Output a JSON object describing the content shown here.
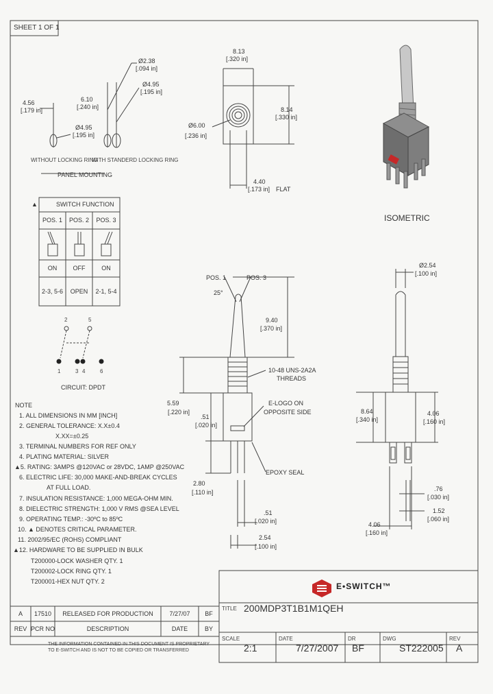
{
  "sheet": {
    "label": "SHEET 1 OF 1"
  },
  "panel": {
    "dim_a_mm": "4.56",
    "dim_a_in": "[.179 in]",
    "dim_b_mm": "6.10",
    "dim_b_in": "[.240 in]",
    "dim_c_mm": "Ø2.38",
    "dim_c_in": "[.094 in]",
    "dim_d_mm": "Ø4.95",
    "dim_d_in": "[.195 in]",
    "dim_e_mm": "Ø4.95",
    "dim_e_in": "[.195 in]",
    "caption_left": "WITHOUT LOCKING RING",
    "caption_right": "WITH STANDERD LOCKING RING",
    "title": "PANEL MOUNTING"
  },
  "top_view": {
    "w_mm": "8.13",
    "w_in": "[.320 in]",
    "h_mm": "8.14",
    "h_in": "[.330 in]",
    "d_mm": "Ø6.00",
    "d_in": "[.236 in]",
    "flat_mm": "4.40",
    "flat_in": "[.173 in]",
    "flat_label": "FLAT"
  },
  "isometric": {
    "label": "ISOMETRIC"
  },
  "switch_function": {
    "marker": "▲",
    "title": "SWITCH FUNCTION",
    "positions": [
      "POS. 1",
      "POS. 2",
      "POS. 3"
    ],
    "states": [
      "ON",
      "OFF",
      "ON"
    ],
    "circuits": [
      "2-3, 5-6",
      "OPEN",
      "2-1, 5-4"
    ]
  },
  "circuit": {
    "top_pins": [
      "2",
      "5"
    ],
    "bottom_pins": [
      "1",
      "3",
      "4",
      "6"
    ],
    "label": "CIRCUIT: DPDT"
  },
  "notes": {
    "title": "NOTE",
    "lines": [
      "1. ALL DIMENSIONS IN MM [INCH]",
      "2. GENERAL TOLERANCE: X.X±0.4",
      "X.XX=±0.25",
      "3. TERMINAL NUMBERS FOR REF ONLY",
      "4. PLATING MATERIAL: SILVER",
      "▲5. RATING: 3AMPS @120VAC or 28VDC, 1AMP @250VAC",
      "6. ELECTRIC LIFE: 30,000 MAKE-AND-BREAK CYCLES",
      "AT FULL LOAD.",
      "7. INSULATION RESISTANCE: 1,000 MEGA-OHM MIN.",
      "8. DIELECTRIC STRENGTH: 1,000 V RMS @SEA LEVEL",
      "9. OPERATING TEMP.: -30ºC to 85ºC",
      "10. ▲ DENOTES CRITICAL PARAMETER.",
      "11. 2002/95/EC (ROHS) COMPLIANT",
      "▲12. HARDWARE TO BE SUPPLIED IN BULK",
      "T200000-LOCK WASHER   QTY. 1",
      "T200002-LOCK RING   QTY. 1",
      "T200001-HEX NUT   QTY. 2"
    ]
  },
  "side_view": {
    "pos1": "POS. 1",
    "pos3": "POS. 3",
    "angle": "25°",
    "lever_mm": "9.40",
    "lever_in": "[.370 in]",
    "threads": "10-48 UNS-2A2A",
    "threads2": "THREADS",
    "logo_note": "E-LOGO ON",
    "logo_note2": "OPPOSITE SIDE",
    "body_mm": "5.59",
    "body_in": "[.220 in]",
    "step_mm": ".51",
    "step_in": "[.020 in]",
    "term_mm": "2.80",
    "term_in": "[.110 in]",
    "epoxy": "EPOXY SEAL",
    "pin_mm": ".51",
    "pin_in": "[.020 in]",
    "pitch_mm": "2.54",
    "pitch_in": "[.100 in]"
  },
  "front_view": {
    "dia_mm": "Ø2.54",
    "dia_in": "[.100 in]",
    "h_mm": "8.64",
    "h_in": "[.340 in]",
    "w_mm": "4.06",
    "w_in": "[.160 in]",
    "pin_mm": ".76",
    "pin_in": "[.030 in]",
    "pin2_mm": "1.52",
    "pin2_in": "[.060 in]",
    "bot_mm": "4.06",
    "bot_in": "[.160 in]"
  },
  "title_block": {
    "brand": "E•SWITCH™",
    "title_label": "TITLE",
    "title_value": "200MDP3T1B1M1QEH",
    "scale_label": "SCALE",
    "scale_value": "2:1",
    "date_label": "DATE",
    "date_value": "7/27/2007",
    "dr_label": "DR",
    "dr_value": "BF",
    "dwg_label": "DWG",
    "dwg_value": "ST222005",
    "rev_label": "REV",
    "rev_value": "A"
  },
  "revision": {
    "row": {
      "rev": "A",
      "pcr": "17510",
      "desc": "RELEASED FOR PRODUCTION",
      "date": "7/27/07",
      "by": "BF"
    },
    "headers": {
      "rev": "REV",
      "pcr": "PCR NO",
      "desc": "DESCRIPTION",
      "date": "DATE",
      "by": "BY"
    },
    "disclaimer1": "THE INFORMATION CONTAINED IN THIS DOCUMENT IS PROPRIETARY",
    "disclaimer2": "TO E-SWITCH AND IS NOT TO BE COPIED OR TRANSFERRED"
  },
  "colors": {
    "line": "#333333",
    "accent_red": "#c62828",
    "body_gray": "#7d7d7d"
  }
}
